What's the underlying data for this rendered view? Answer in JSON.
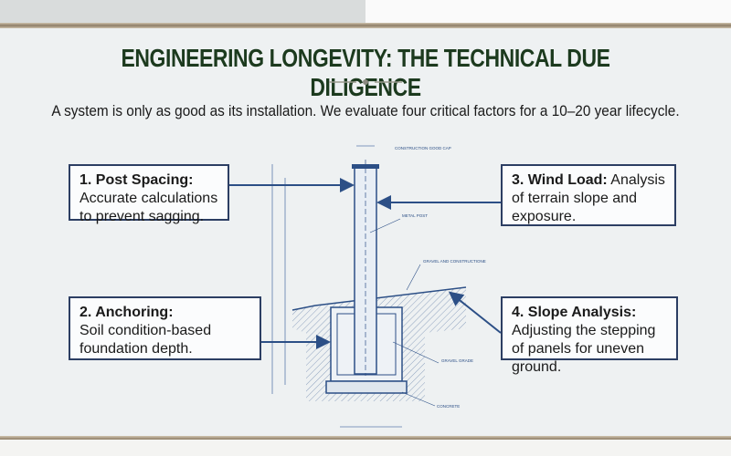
{
  "title": "ENGINEERING LONGEVITY: THE TECHNICAL DUE DILIGENCE",
  "subtitle": "A system is only as good as its installation. We evaluate four critical factors for a 10–20 year lifecycle.",
  "factors": [
    {
      "heading": "1. Post Spacing:",
      "text": "Accurate calculations to prevent sagging."
    },
    {
      "heading": "2. Anchoring:",
      "text": "Soil condition-based foundation depth."
    },
    {
      "heading": "3. Wind Load:",
      "text": "Analysis of terrain slope and exposure."
    },
    {
      "heading": "4. Slope Analysis:",
      "text": "Adjusting the stepping of panels for uneven ground."
    }
  ],
  "drawing_labels": {
    "cap": "CONSTRUCTION GOOD CAP",
    "post": "METAL POST",
    "gravel": "GRAVEL AND CONSTRUCTIONE",
    "grade": "GRAVEL GRADE",
    "concrete": "CONCRETE"
  },
  "colors": {
    "title": "#1c3a1e",
    "line": "#2c4f86",
    "box_border": "#2c3e63",
    "accent_bar": "#8d7d66"
  }
}
